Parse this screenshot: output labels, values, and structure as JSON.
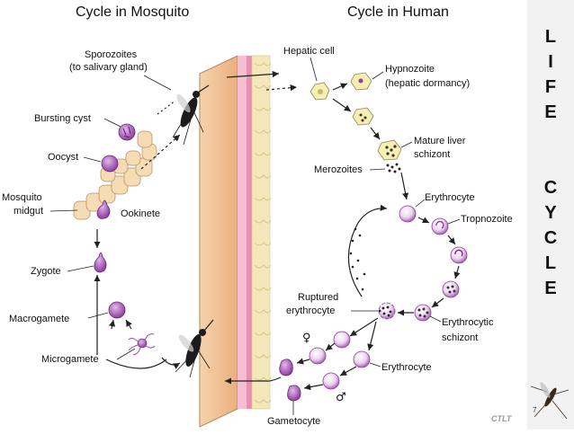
{
  "titles": {
    "mosquito": "Cycle in Mosquito",
    "human": "Cycle in Human"
  },
  "side_word": [
    "L",
    "I",
    "F",
    "E",
    "",
    "C",
    "Y",
    "C",
    "L",
    "E"
  ],
  "page_number": "7",
  "watermark": "CTLT",
  "labels": {
    "sporozoites": [
      "Sporozoites",
      "(to salivary gland)"
    ],
    "bursting_cyst": "Bursting cyst",
    "oocyst": "Oocyst",
    "mosquito_midgut": [
      "Mosquito",
      "midgut"
    ],
    "ookinete": "Ookinete",
    "zygote": "Zygote",
    "macrogamete": "Macrogamete",
    "microgamete": "Microgamete",
    "hepatic_cell": "Hepatic cell",
    "hypnozoite": [
      "Hypnozoite",
      "(hepatic dormancy)"
    ],
    "mature_liver_schizont": [
      "Mature liver",
      "schizont"
    ],
    "merozoites": "Merozoites",
    "erythrocyte_top": "Erythrocyte",
    "tropnozoite": "Tropnozoite",
    "ruptured_erythrocyte": [
      "Ruptured",
      "erythrocyte"
    ],
    "erythrocytic_schizont": [
      "Erythrocytic",
      "schizont"
    ],
    "erythrocyte_bottom": "Erythrocyte",
    "gametocyte": "Gametocyte",
    "female_symbol": "♀",
    "male_symbol": "♂"
  },
  "colors": {
    "cell_purple": "#b267c0",
    "cell_light": "#ecd3ef",
    "skin_tan": "#f3c79a",
    "skin_pink": "#f2b8cf",
    "fat_yellow": "#f3e7b3",
    "gut_cell": "#f6dcb4",
    "arrow": "#222222"
  }
}
